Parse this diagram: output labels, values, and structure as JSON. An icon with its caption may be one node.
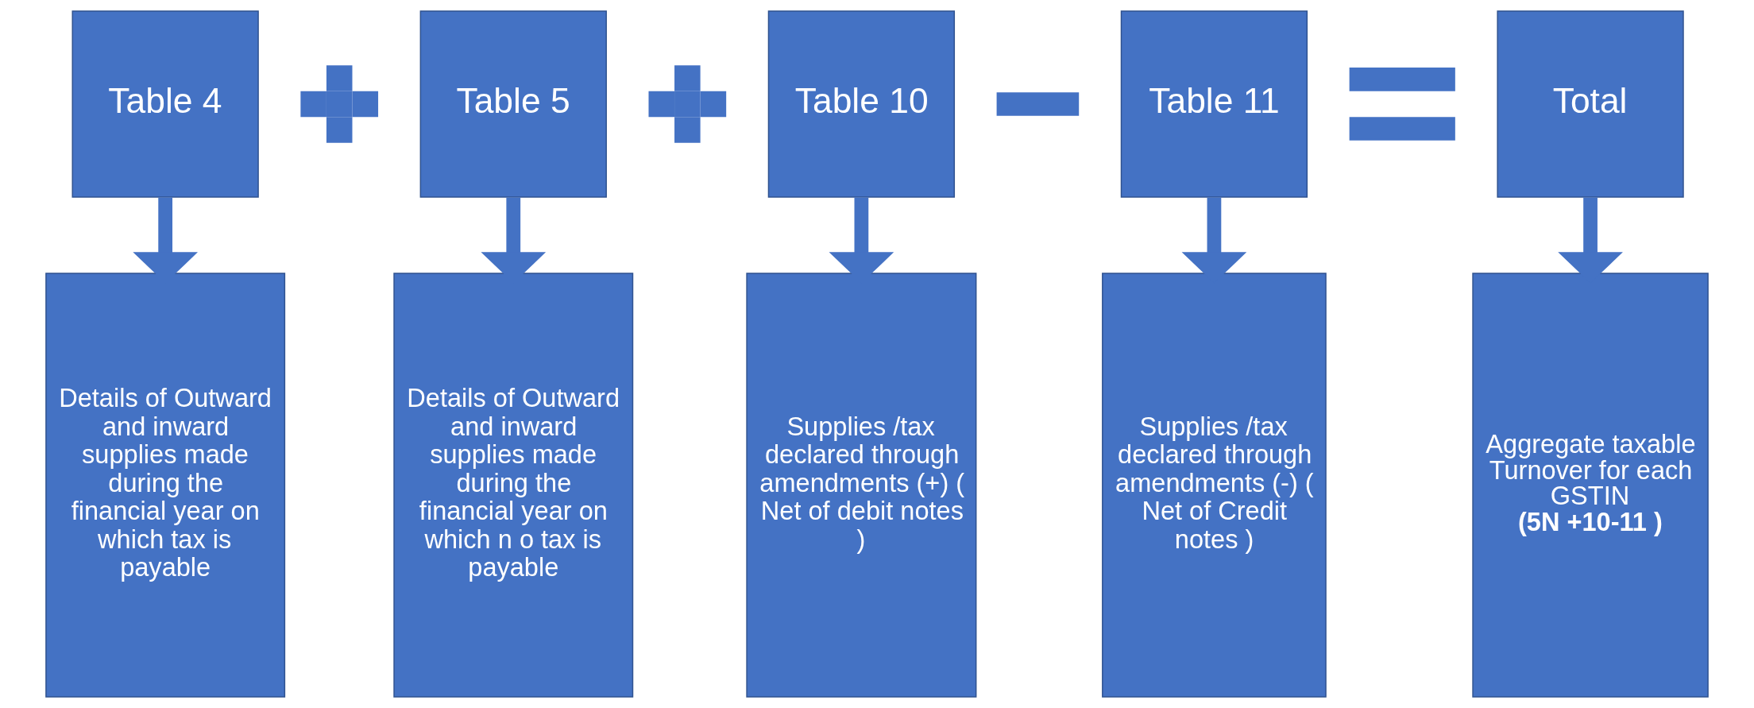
{
  "diagram": {
    "nodes": [
      {
        "text": [
          "Table 4"
        ]
      },
      {
        "text": [],
        "shape": "plus"
      },
      {
        "text": [
          "Table 5"
        ]
      },
      {
        "text": [],
        "shape": "plus"
      },
      {
        "text": [
          "Table 10"
        ]
      },
      {
        "text": [],
        "shape": "minus"
      },
      {
        "text": [
          "Table 11"
        ]
      },
      {
        "text": [],
        "shape": "equals"
      },
      {
        "text": [
          "Total"
        ]
      },
      {
        "text": [
          "Details of Outward and inward supplies made during the financial year on which tax is payable"
        ]
      },
      {
        "text": [
          "Details of Outward and inward supplies made during the financial year on which n o tax is payable"
        ]
      },
      {
        "text": [
          "Supplies /tax declared through amendments (+) ( Net of debit notes )"
        ]
      },
      {
        "text": [
          "Supplies /tax declared through amendments (-) ( Net of Credit notes )"
        ]
      },
      {
        "text": [
          "Aggregate taxable Turnover for each GSTIN",
          "(5N +10-11 )"
        ]
      }
    ],
    "edges": [
      {
        "from": 0,
        "to": 9,
        "arrow": "to"
      },
      {
        "from": 2,
        "to": 10,
        "arrow": "to"
      },
      {
        "from": 4,
        "to": 11,
        "arrow": "to"
      },
      {
        "from": 6,
        "to": 12,
        "arrow": "to"
      },
      {
        "from": 8,
        "to": 13,
        "arrow": "to"
      }
    ]
  }
}
